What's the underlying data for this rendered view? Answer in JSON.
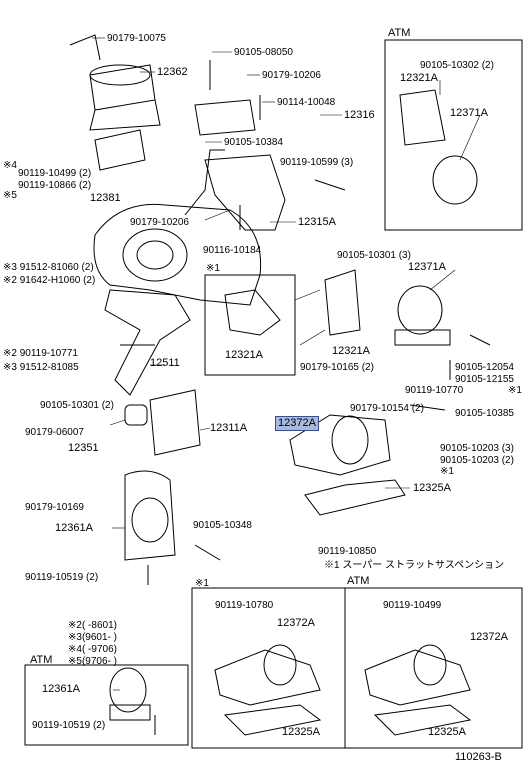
{
  "diagram_title": "",
  "sheet_number": "110263-B",
  "box_headers": {
    "atm_top_right": "ATM",
    "star1_box": "※1",
    "bottom_left_atm": "ATM",
    "bottom_mid_star1": "※1",
    "bottom_right_atm": "ATM"
  },
  "footnote_star1": "※1 スーパー ストラットサスペンション",
  "model_ranges": [
    {
      "marker": "※2",
      "range": "(        -8601)"
    },
    {
      "marker": "※3",
      "range": "(9601-        )"
    },
    {
      "marker": "※4",
      "range": "(        -9706)"
    },
    {
      "marker": "※5",
      "range": "(9706-        )"
    }
  ],
  "labels": [
    {
      "id": "l1",
      "text": "90179-10075"
    },
    {
      "id": "l2",
      "text": "12362"
    },
    {
      "id": "l3",
      "text": "90105-08050"
    },
    {
      "id": "l4",
      "text": "90179-10206"
    },
    {
      "id": "l5",
      "text": "90114-10048"
    },
    {
      "id": "l6",
      "text": "12316"
    },
    {
      "id": "l7",
      "text": "90105-10384"
    },
    {
      "id": "l8",
      "text": "90119-10599 (3)"
    },
    {
      "id": "l9",
      "text": "※4"
    },
    {
      "id": "l10",
      "text": "90119-10499 (2)"
    },
    {
      "id": "l11",
      "text": "90119-10866 (2)"
    },
    {
      "id": "l12",
      "text": "※5"
    },
    {
      "id": "l13",
      "text": "12381"
    },
    {
      "id": "l14",
      "text": "90179-10206"
    },
    {
      "id": "l15",
      "text": "12315A"
    },
    {
      "id": "l16",
      "text": "90116-10184"
    },
    {
      "id": "l17",
      "text": "※3 91512-81060 (2)"
    },
    {
      "id": "l18",
      "text": "※2 91642-H1060 (2)"
    },
    {
      "id": "l19",
      "text": "※1"
    },
    {
      "id": "l20",
      "text": "12321A"
    },
    {
      "id": "l21",
      "text": "90105-10301 (3)"
    },
    {
      "id": "l22",
      "text": "12371A"
    },
    {
      "id": "l23",
      "text": "12321A"
    },
    {
      "id": "l24",
      "text": "※2 90119-10771"
    },
    {
      "id": "l25",
      "text": "※3 91512-81085"
    },
    {
      "id": "l26",
      "text": "12511"
    },
    {
      "id": "l27",
      "text": "90179-10165 (2)"
    },
    {
      "id": "l28",
      "text": "90119-10770"
    },
    {
      "id": "l29",
      "text": "90105-12054"
    },
    {
      "id": "l30",
      "text": "90105-12155"
    },
    {
      "id": "l31",
      "text": "※1"
    },
    {
      "id": "l32",
      "text": "90105-10301 (2)"
    },
    {
      "id": "l33",
      "text": "90179-06007"
    },
    {
      "id": "l34",
      "text": "12311A"
    },
    {
      "id": "l35",
      "text": "12351"
    },
    {
      "id": "l36",
      "text": "90179-10154 (2)"
    },
    {
      "id": "l37",
      "text": "12372A"
    },
    {
      "id": "l38",
      "text": "90105-10385"
    },
    {
      "id": "l39",
      "text": "90105-10203 (3)"
    },
    {
      "id": "l40",
      "text": "90105-10203 (2)"
    },
    {
      "id": "l41",
      "text": "※1"
    },
    {
      "id": "l42",
      "text": "90179-10169"
    },
    {
      "id": "l43",
      "text": "12361A"
    },
    {
      "id": "l44",
      "text": "90105-10348"
    },
    {
      "id": "l45",
      "text": "12325A"
    },
    {
      "id": "l46",
      "text": "90119-10850"
    },
    {
      "id": "l47",
      "text": "90119-10519 (2)"
    },
    {
      "id": "l48",
      "text": "12361A"
    },
    {
      "id": "l49",
      "text": "90119-10519 (2)"
    },
    {
      "id": "l50",
      "text": "90119-10780"
    },
    {
      "id": "l51",
      "text": "12372A"
    },
    {
      "id": "l52",
      "text": "12325A"
    },
    {
      "id": "l53",
      "text": "90119-10499"
    },
    {
      "id": "l54",
      "text": "12372A"
    },
    {
      "id": "l55",
      "text": "12325A"
    },
    {
      "id": "tr1",
      "text": "90105-10302 (2)"
    },
    {
      "id": "tr2",
      "text": "12321A"
    },
    {
      "id": "tr3",
      "text": "12371A"
    }
  ]
}
